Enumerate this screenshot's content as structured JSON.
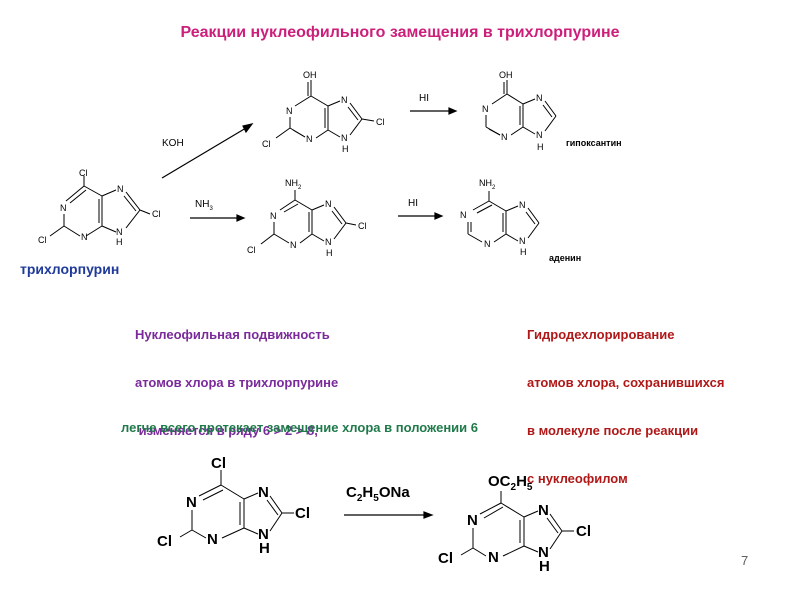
{
  "slide": {
    "title": "Реакции нуклеофильного замещения в трихлорпурине",
    "page_number": "7"
  },
  "reagents": {
    "koh": "KOH",
    "hi_top": "HI",
    "nh3_base": "NH",
    "nh3_sub": "3",
    "hi_mid": "HI"
  },
  "names": {
    "trichloropurine": "трихлорпурин",
    "hypoxanthine": "гипоксантин",
    "adenine": "аденин"
  },
  "notes": {
    "left": [
      "Нуклеофильная подвижность",
      "атомов хлора в трихлорпурине",
      " изменяется в ряду 6 > 2 > 8,"
    ],
    "right": [
      "Гидродехлорирование",
      "атомов хлора, сохранившихся",
      "в молекуле после реакции",
      "с нуклеофилом"
    ],
    "bottom": "легче всего протекает замещение хлора в положении 6"
  },
  "bottom_reaction": {
    "reagent_parts": [
      "C",
      "2",
      "H",
      "5",
      "ONa"
    ],
    "product_sub_parts": [
      "OC",
      "2",
      "H",
      "5"
    ]
  },
  "atoms": {
    "N": "N",
    "H": "H",
    "Cl": "Cl",
    "OH": "OH",
    "NH": "NH",
    "NH_sub": "2"
  },
  "colors": {
    "title": "#cc1f7a",
    "blue": "#1f3a9a",
    "purple": "#7a2a9a",
    "red": "#b01818",
    "green": "#1f7a4a",
    "ink": "#000000",
    "pagenum": "#606060"
  }
}
